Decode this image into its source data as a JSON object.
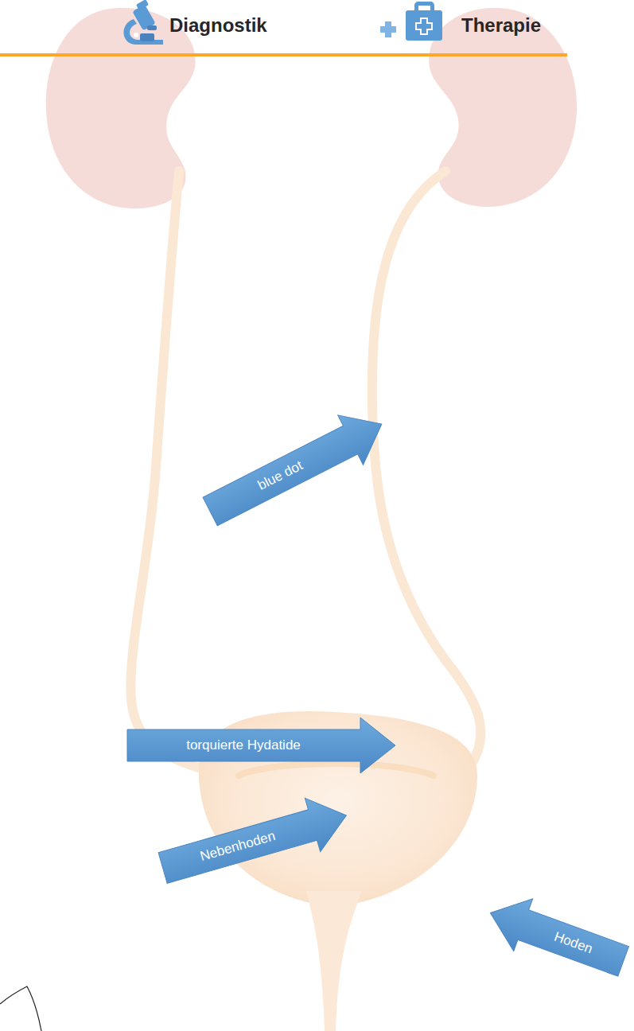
{
  "diagram": {
    "nodes": [
      {
        "text": [
          "blue dot"
        ]
      },
      {
        "text": [
          "torquierte Hydatide"
        ]
      },
      {
        "text": [
          "Nebenhoden"
        ]
      },
      {
        "text": [
          "Hoden"
        ]
      }
    ],
    "labels": [
      "Diagnostik",
      "Therapie"
    ]
  }
}
